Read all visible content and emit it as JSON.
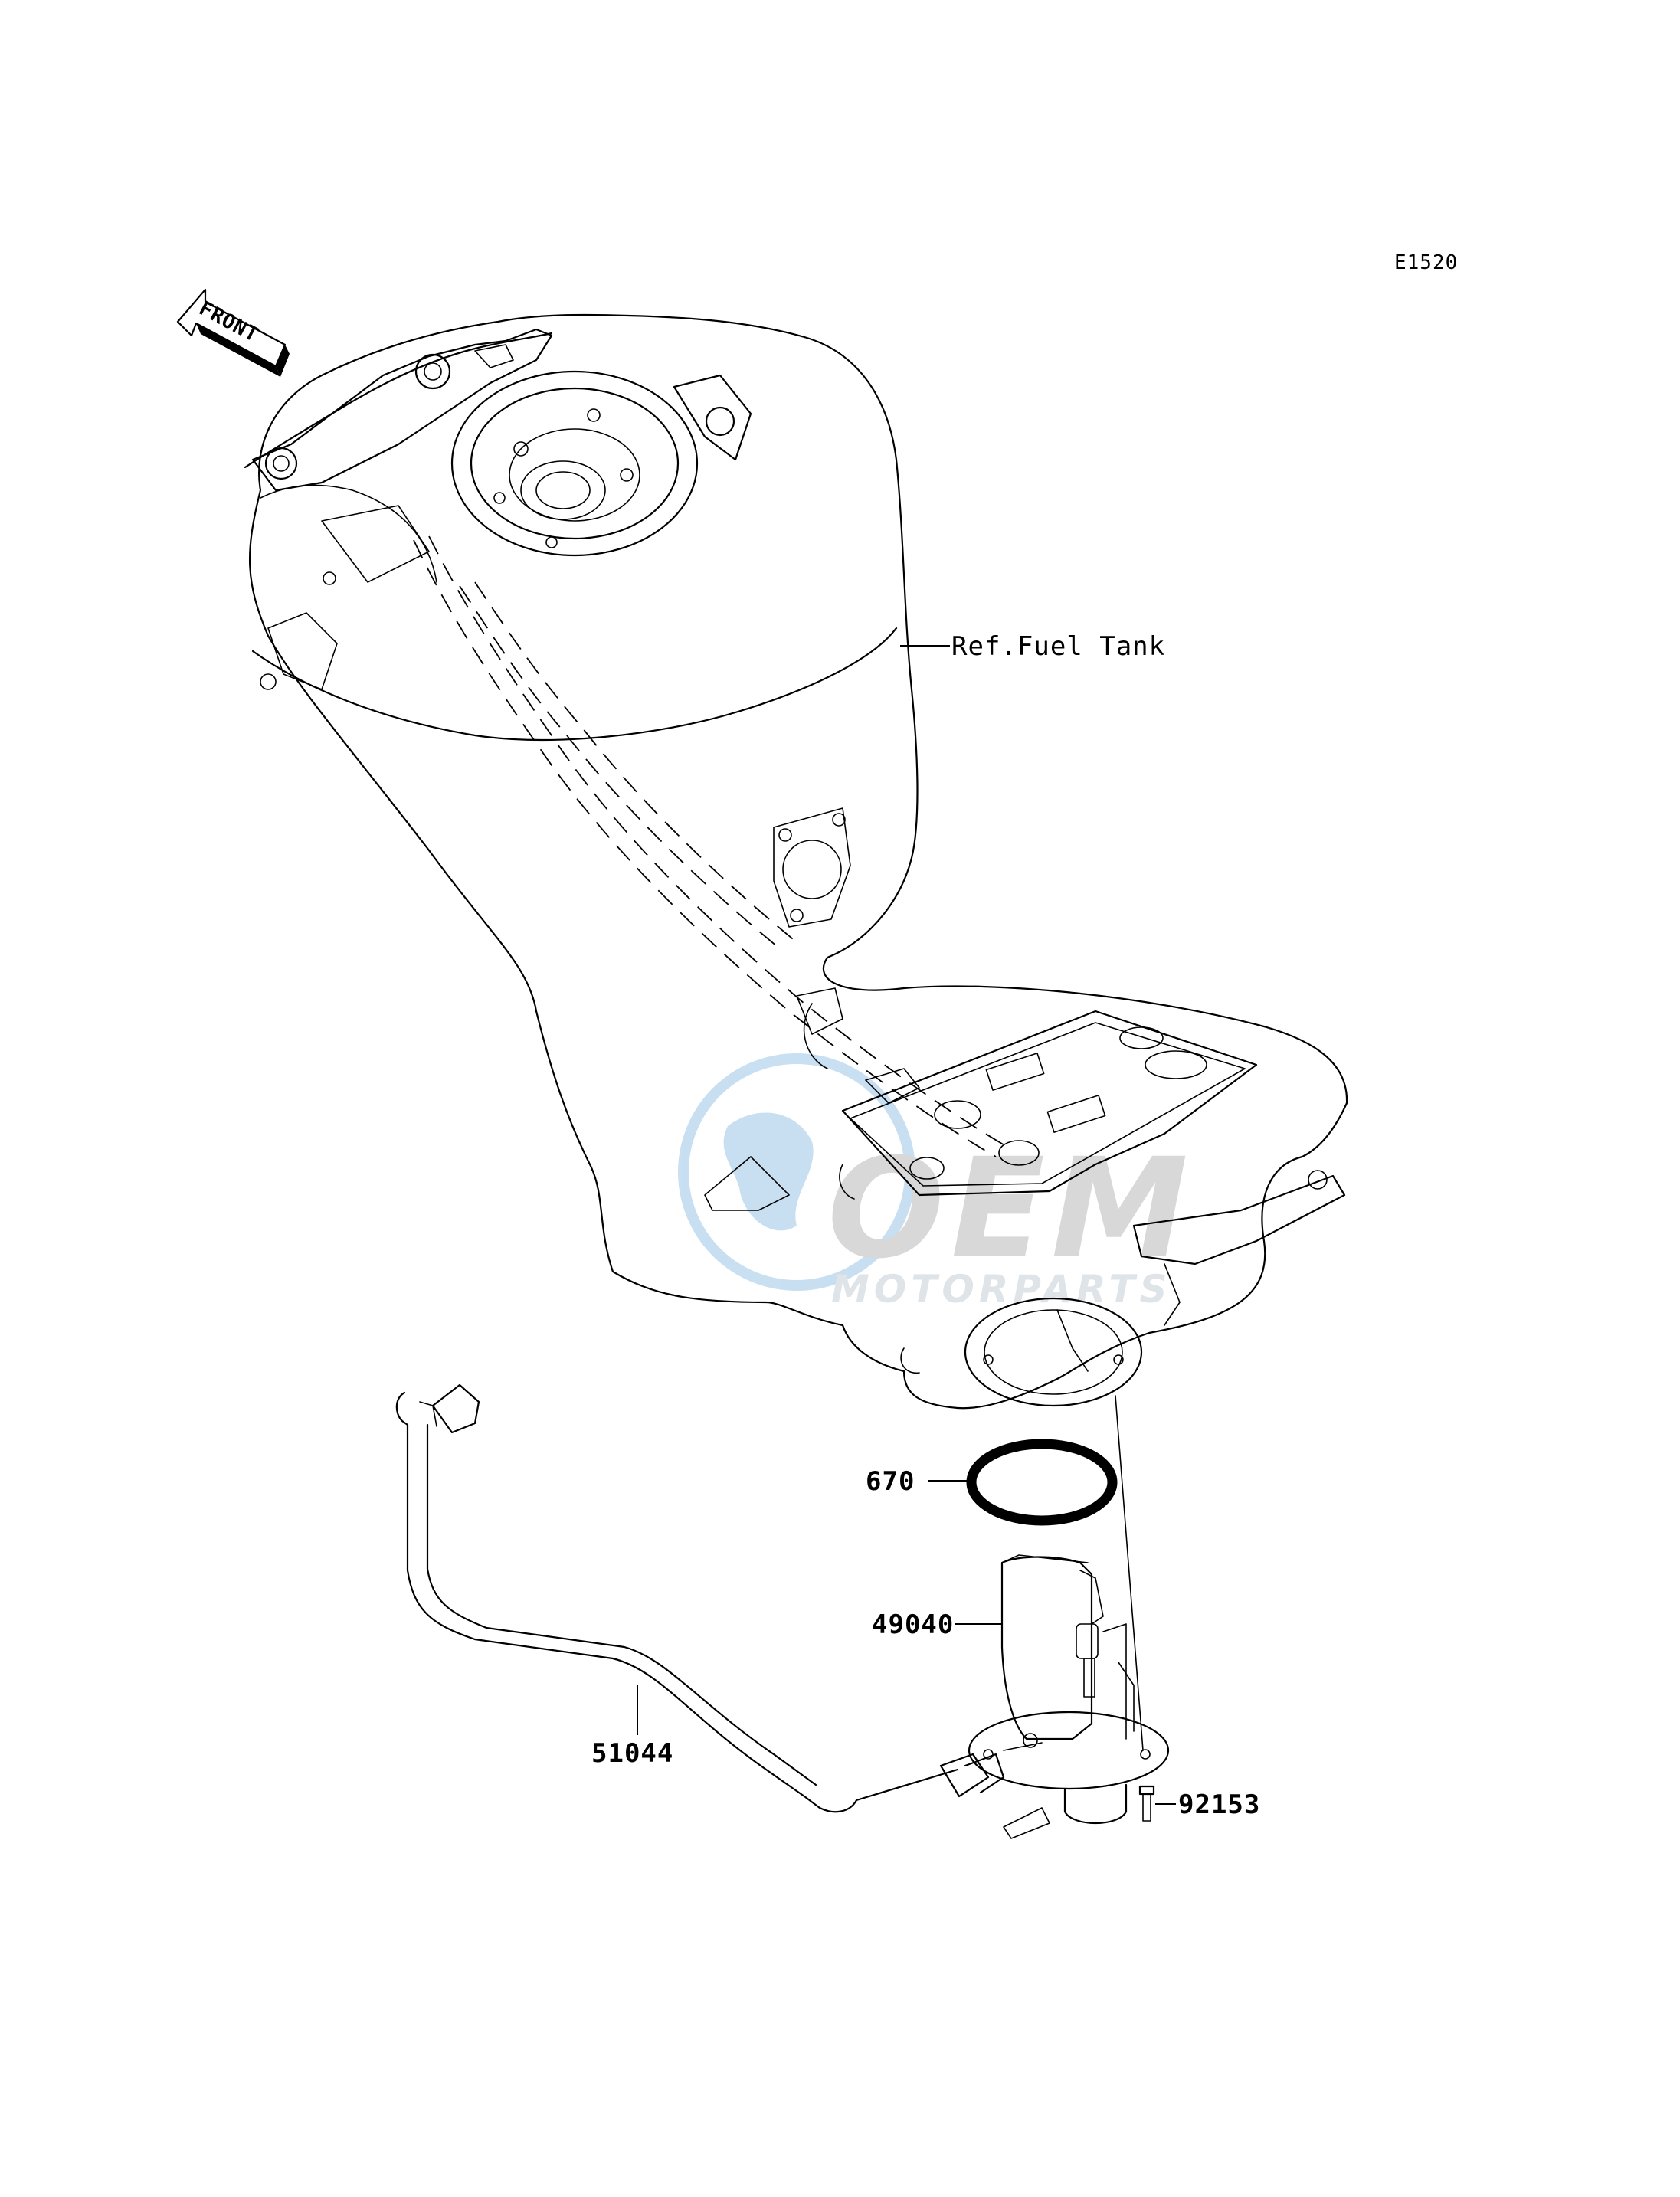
{
  "diagram": {
    "code": "E1520",
    "front_arrow_label": "FRONT",
    "reference_label": "Ref.Fuel Tank",
    "parts": [
      {
        "number": "670",
        "name": "o-ring"
      },
      {
        "number": "49040",
        "name": "fuel-pump"
      },
      {
        "number": "92153",
        "name": "bolt"
      },
      {
        "number": "51044",
        "name": "fuel-hose"
      }
    ],
    "watermark": {
      "logo_text": "OEM",
      "sub_text": "MOTORPARTS"
    }
  }
}
